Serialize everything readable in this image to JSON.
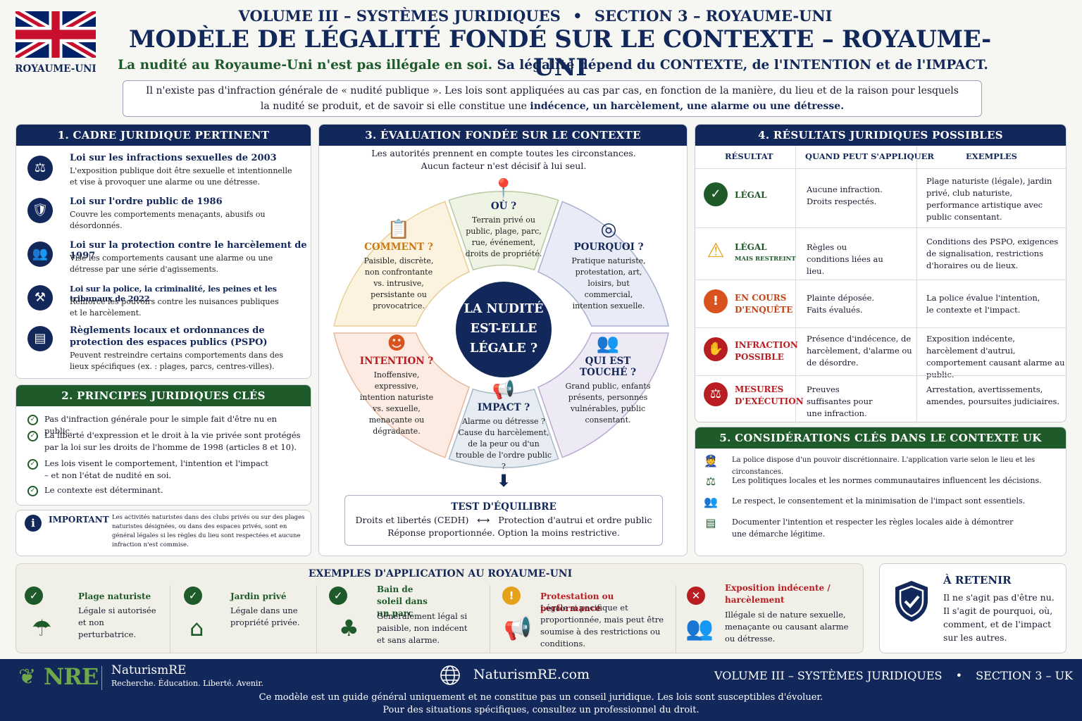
{
  "header": {
    "flag_label": "ROYAUME-UNI",
    "volume_line": "VOLUME III – SYSTÈMES JURIDIQUES",
    "section_line": "SECTION 3 – ROYAUME-UNI",
    "title": "MODÈLE DE LÉGALITÉ FONDÉ SUR LE CONTEXTE – ROYAUME-UNI",
    "subtitle_green": "La nudité au Royaume-Uni n'est pas illégale en soi.",
    "subtitle_rest": "Sa légalité dépend du CONTEXTE, de l'INTENTION et de l'IMPACT.",
    "intro_line1": "Il n'existe pas d'infraction générale de « nudité publique ». Les lois sont appliquées au cas par cas, en fonction de la manière, du lieu et de la raison pour lesquels",
    "intro_line2a": "la nudité se produit, et de savoir si elle constitue une ",
    "intro_line2b": "indécence, un harcèlement, une alarme ou une détresse."
  },
  "framework": {
    "title": "1. CADRE JURIDIQUE PERTINENT",
    "items": [
      {
        "icon": "scales-icon",
        "title": "Loi sur les infractions sexuelles de 2003",
        "desc": "L'exposition publique doit être sexuelle et intentionnelle et vise à provoquer une alarme ou une détresse."
      },
      {
        "icon": "shield-icon",
        "title": "Loi sur l'ordre public de 1986",
        "desc": "Couvre les comportements menaçants, abusifs ou désordonnés."
      },
      {
        "icon": "people-icon",
        "title": "Loi sur la protection contre le harcèlement de 1997",
        "desc": "Vise les comportements causant une alarme ou une détresse par une série d'agissements."
      },
      {
        "icon": "gavel-icon",
        "title": "Loi sur la police, la criminalité, les peines et les tribunaux de 2022",
        "desc": "Renforce les pouvoirs contre les nuisances publiques et le harcèlement."
      },
      {
        "icon": "document-icon",
        "title": "Règlements locaux et ordonnances de protection des espaces publics (PSPO)",
        "desc": "Peuvent restreindre certains comportements dans des lieux spécifiques (ex. : plages, parcs, centres-villes)."
      }
    ]
  },
  "principles": {
    "title": "2. PRINCIPES JURIDIQUES CLÉS",
    "items": [
      "Pas d'infraction générale pour le simple fait d'être nu en public.",
      "La liberté d'expression et le droit à la vie privée sont protégés par la loi sur les droits de l'homme de 1998 (articles 8 et 10).",
      "Les lois visent le comportement, l'intention et l'impact – et non l'état de nudité en soi.",
      "Le contexte est déterminant."
    ]
  },
  "important": {
    "label": "IMPORTANT",
    "text": "Les activités naturistes dans des clubs privés ou sur des plages naturistes désignées, ou dans des espaces privés, sont en général légales si les règles du lieu sont respectées et aucune infraction n'est commise."
  },
  "assessment": {
    "title": "3. ÉVALUATION FONDÉE SUR LE CONTEXTE",
    "intro1": "Les autorités prennent en compte toutes les circonstances.",
    "intro2": "Aucun facteur n'est décisif à lui seul.",
    "center": "LA NUDITÉ EST-ELLE LÉGALE ?",
    "segments": {
      "ou": {
        "title": "OÙ ?",
        "desc": "Terrain privé ou public, plage, parc, rue, événement, droits de propriété."
      },
      "pourquoi": {
        "title": "POURQUOI ?",
        "desc": "Pratique naturiste, protestation, art, loisirs, but commercial, intention sexuelle."
      },
      "qui": {
        "title": "QUI EST TOUCHÉ ?",
        "desc": "Grand public, enfants présents, personnes vulnérables, public consentant."
      },
      "impact": {
        "title": "IMPACT ?",
        "desc": "Alarme ou détresse ? Cause du harcèlement, de la peur ou d'un trouble de l'ordre public ?"
      },
      "intention": {
        "title": "INTENTION ?",
        "desc": "Inoffensive, expressive, intention naturiste vs. sexuelle, menaçante ou dégradante."
      },
      "comment": {
        "title": "COMMENT ?",
        "desc": "Paisible, discrète, non confrontante vs. intrusive, persistante ou provocatrice."
      }
    },
    "balance_title": "TEST D'ÉQUILIBRE",
    "balance_left": "Droits et libertés (CEDH)",
    "balance_arrow": "⟷",
    "balance_right": "Protection d'autrui et ordre public",
    "balance_line2": "Réponse proportionnée. Option la moins restrictive."
  },
  "outcomes": {
    "title": "4. RÉSULTATS JURIDIQUES POSSIBLES",
    "col_result": "RÉSULTAT",
    "col_when": "QUAND PEUT S'APPLIQUER",
    "col_examples": "EXEMPLES",
    "rows": [
      {
        "icon": "check-icon",
        "color": "#1e5a2a",
        "label": "LÉGAL",
        "sub": "",
        "when": "Aucune infraction. Droits respectés.",
        "examples": "Plage naturiste (légale), jardin privé, club naturiste, performance artistique avec public consentant."
      },
      {
        "icon": "warning-icon",
        "color": "#e3a21a",
        "label": "LÉGAL",
        "sub": "MAIS RESTREINT",
        "when": "Règles ou conditions liées au lieu.",
        "examples": "Conditions des PSPO, exigences de signalisation, restrictions d'horaires ou de lieux."
      },
      {
        "icon": "alert-icon",
        "color": "#d9531e",
        "label": "EN COURS D'ENQUÊTE",
        "sub": "",
        "when": "Plainte déposée. Faits évalués.",
        "examples": "La police évalue l'intention, le contexte et l'impact."
      },
      {
        "icon": "stop-hand-icon",
        "color": "#b81d22",
        "label": "INFRACTION POSSIBLE",
        "sub": "",
        "when": "Présence d'indécence, de harcèlement, d'alarme ou de désordre.",
        "examples": "Exposition indécente, harcèlement d'autrui, comportement causant alarme au public."
      },
      {
        "icon": "scales-icon",
        "color": "#b81d22",
        "label": "MESURES D'EXÉCUTION",
        "sub": "",
        "when": "Preuves suffisantes pour une infraction.",
        "examples": "Arrestation, avertissements, amendes, poursuites judiciaires."
      }
    ]
  },
  "uk_context": {
    "title": "5. CONSIDÉRATIONS CLÉS DANS LE CONTEXTE UK",
    "items": [
      {
        "icon": "police-icon",
        "text": "La police dispose d'un pouvoir discrétionnaire. L'application varie selon le lieu et les circonstances."
      },
      {
        "icon": "scales-icon",
        "text": "Les politiques locales et les normes communautaires influencent les décisions."
      },
      {
        "icon": "people-icon",
        "text": "Le respect, le consentement et la minimisation de l'impact sont essentiels."
      },
      {
        "icon": "document-icon",
        "text": "Documenter l'intention et respecter les règles locales aide à démontrer une démarche légitime."
      }
    ]
  },
  "examples": {
    "title": "EXEMPLES D'APPLICATION AU ROYAUME-UNI",
    "items": [
      {
        "status": "check-icon",
        "color": "#1e5a2a",
        "icon": "umbrella-icon",
        "glyph": "☂",
        "title": "Plage naturiste",
        "desc": "Légale si autorisée et non perturbatrice.",
        "title_color": "#1e5a2a"
      },
      {
        "status": "check-icon",
        "color": "#1e5a2a",
        "icon": "house-icon",
        "glyph": "⌂",
        "title": "Jardin privé",
        "desc": "Légale dans une propriété privée.",
        "title_color": "#1e5a2a"
      },
      {
        "status": "check-icon",
        "color": "#1e5a2a",
        "icon": "tree-icon",
        "glyph": "♣",
        "title": "Bain de soleil dans un parc",
        "desc": "Généralement légal si paisible, non indécent et sans alarme.",
        "title_color": "#1e5a2a"
      },
      {
        "status": "alert-icon",
        "color": "#e3a21a",
        "icon": "megaphone-icon",
        "glyph": "📢",
        "title": "Protestation ou performance",
        "desc": "Légale si pacifique et proportionnée, mais peut être soumise à des restrictions ou conditions.",
        "title_color": "#b81d22"
      },
      {
        "status": "cross-icon",
        "color": "#b81d22",
        "icon": "people-icon",
        "glyph": "👥",
        "title": "Exposition indécente / harcèlement",
        "desc": "Illégale si de nature sexuelle, menaçante ou causant alarme ou détresse.",
        "title_color": "#b81d22"
      }
    ]
  },
  "retain": {
    "title": "À RETENIR",
    "text": "Il ne s'agit pas d'être nu. Il s'agit de pourquoi, où, comment, et de l'impact sur les autres."
  },
  "footer": {
    "logo": "NRE",
    "brand": "NaturismRE",
    "tagline": "Recherche. Éducation. Liberté. Avenir.",
    "site": "NaturismRE.com",
    "volume": "VOLUME III – SYSTÈMES JURIDIQUES",
    "bullet": "•",
    "section": "SECTION 3 – UK",
    "disclaimer1": "Ce modèle est un guide général uniquement et ne constitue pas un conseil juridique. Les lois sont susceptibles d'évoluer.",
    "disclaimer2": "Pour des situations spécifiques, consultez un professionnel du droit."
  }
}
